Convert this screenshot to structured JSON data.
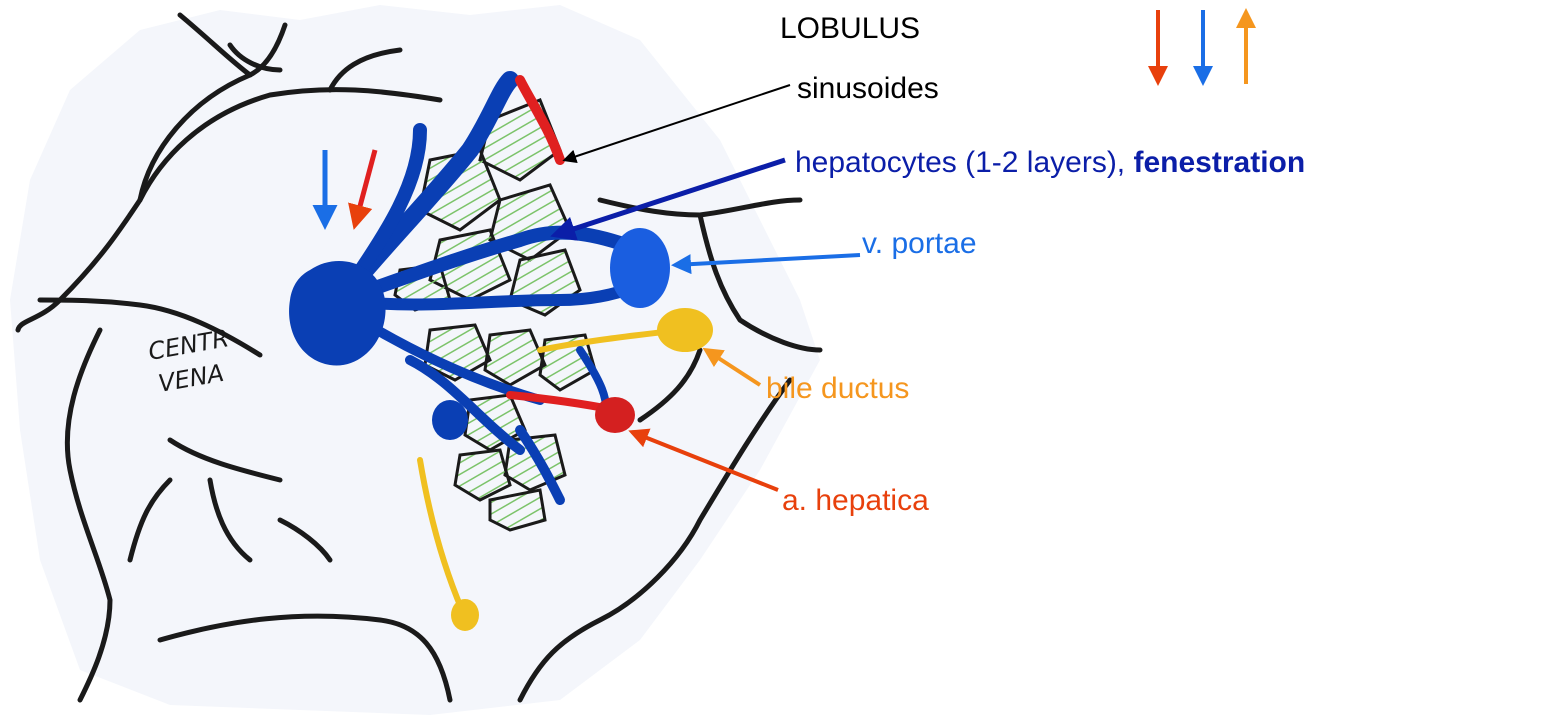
{
  "colors": {
    "blue_dark": "#0b1ea8",
    "blue_light": "#1a6ee6",
    "blue_marker": "#0a3fb4",
    "red": "#e8400c",
    "orange": "#f5961e",
    "yellow_marker": "#f0c020",
    "green_marker": "#7cc36a",
    "paper": "#f4f6fb",
    "ink": "#1a1a1a"
  },
  "sketch": {
    "handwriting_line1": "CENTR",
    "handwriting_line2": "VENA"
  },
  "labels": {
    "lobulus": "LOBULUS",
    "sinusoides": "sinusoides",
    "hepatocytes_prefix": "hepatocytes (1-2 layers), ",
    "hepatocytes_bold": "fenestration",
    "v_portae": "v. portae",
    "bile_ductus": "bile ductus",
    "a_hepatica": "a. hepatica"
  },
  "legend": {
    "arrows": [
      {
        "color_name": "red",
        "direction": "down"
      },
      {
        "color_name": "blue",
        "direction": "down"
      },
      {
        "color_name": "orange",
        "direction": "up"
      }
    ]
  }
}
